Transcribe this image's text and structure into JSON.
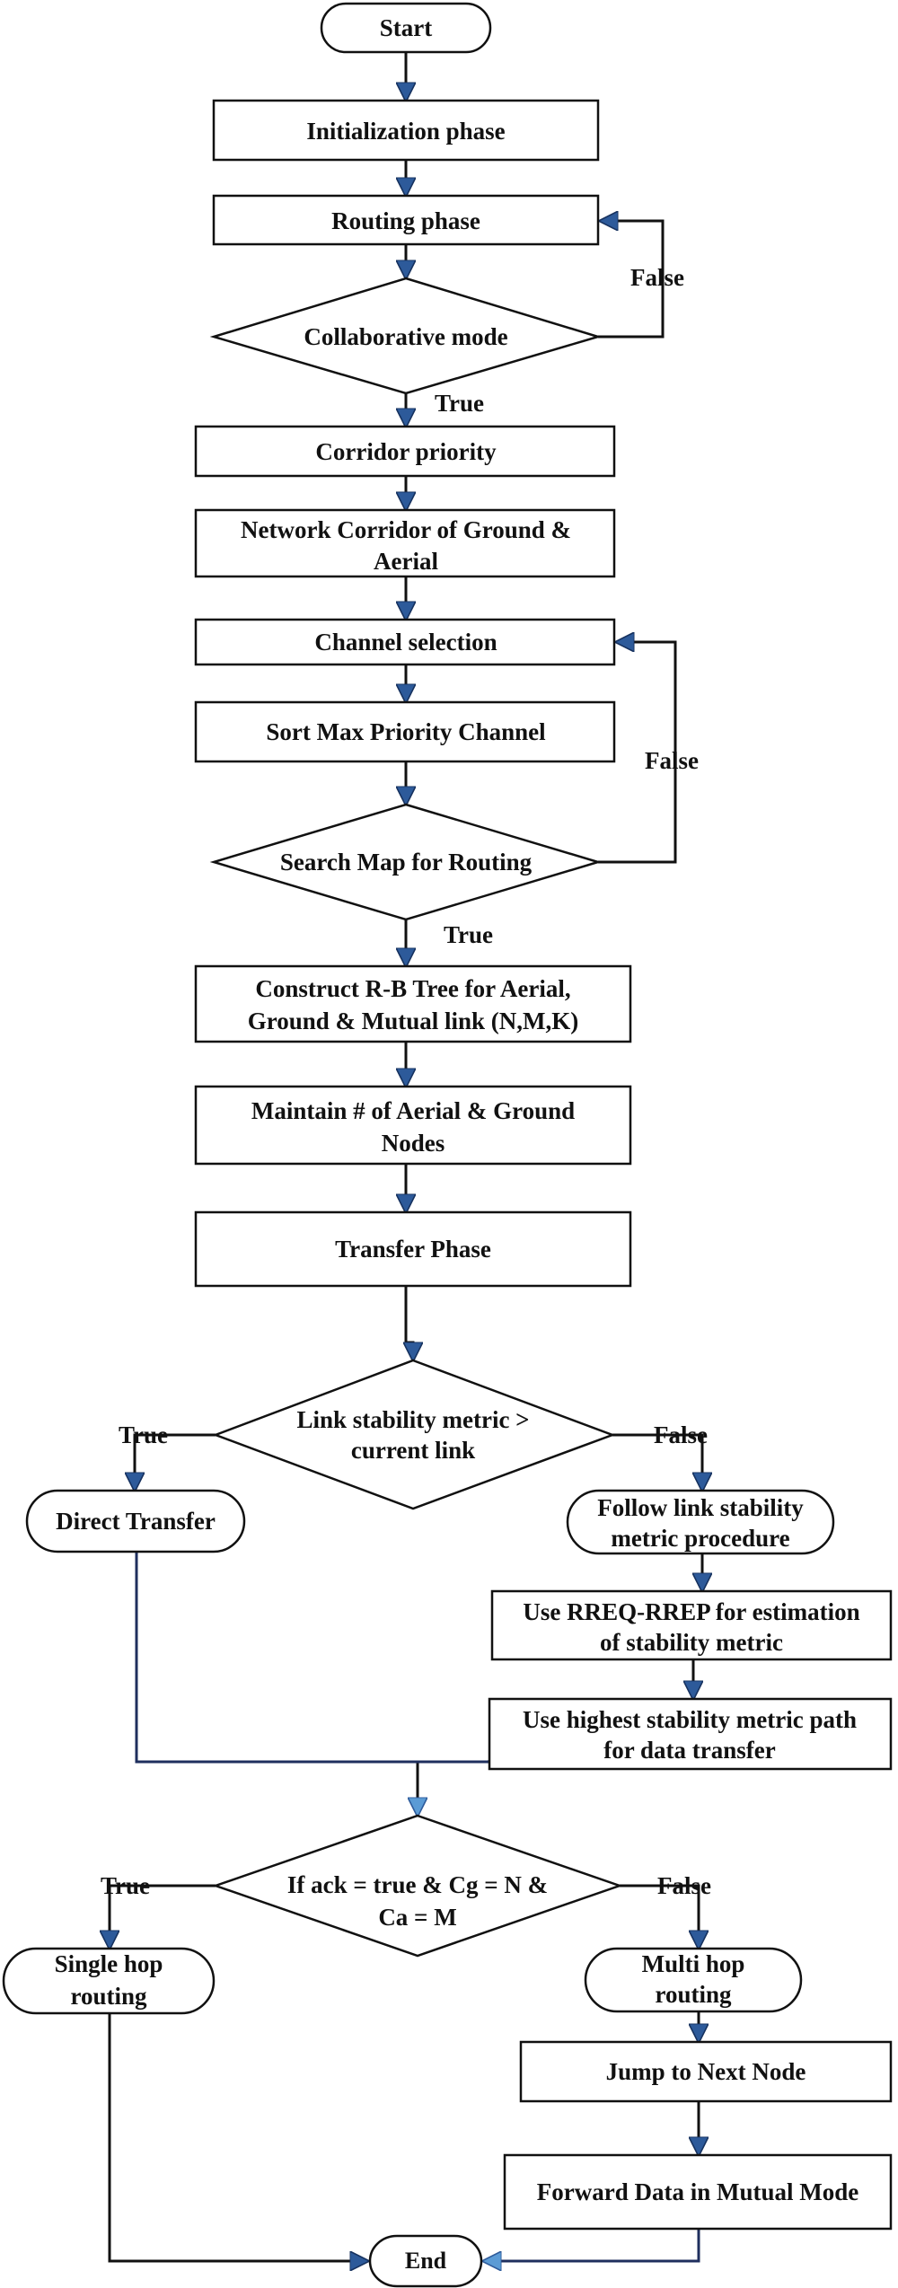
{
  "diagram": {
    "start": "Start",
    "init": "Initialization phase",
    "routing": "Routing phase",
    "collab": "Collaborative mode",
    "collab_false": "False",
    "collab_true": "True",
    "corridor": "Corridor priority",
    "netcorr": [
      "Network Corridor of Ground &",
      "Aerial"
    ],
    "channel": "Channel selection",
    "sortmax": "Sort Max Priority Channel",
    "search": "Search Map for Routing",
    "search_false": "False",
    "search_true": "True",
    "rbtree": [
      "Construct R-B Tree for Aerial,",
      "Ground & Mutual link (N,M,K)"
    ],
    "maintain": [
      "Maintain # of Aerial & Ground",
      "Nodes"
    ],
    "transfer": "Transfer Phase",
    "linkstab": [
      "Link stability metric >",
      "current link"
    ],
    "linkstab_true": "True",
    "linkstab_false": "False",
    "direct": "Direct Transfer",
    "follow": [
      "Follow link stability",
      "metric procedure"
    ],
    "rreq": [
      "Use RREQ-RREP for estimation",
      "of stability metric"
    ],
    "highest": [
      "Use highest stability metric path",
      "for data transfer"
    ],
    "ack": [
      "If ack = true & Cg = N &",
      "Ca = M"
    ],
    "ack_true": "True",
    "ack_false": "False",
    "single": [
      "Single hop",
      "routing"
    ],
    "multi": [
      "Multi hop",
      "routing"
    ],
    "jump": "Jump to Next Node",
    "forward": "Forward Data in Mutual Mode",
    "end": "End"
  },
  "colors": {
    "arrowhead_fill": "#2d5a9a",
    "arrowhead_light": "#5b9bd5",
    "merge_line": "#1f2f5e",
    "line": "#111111"
  }
}
